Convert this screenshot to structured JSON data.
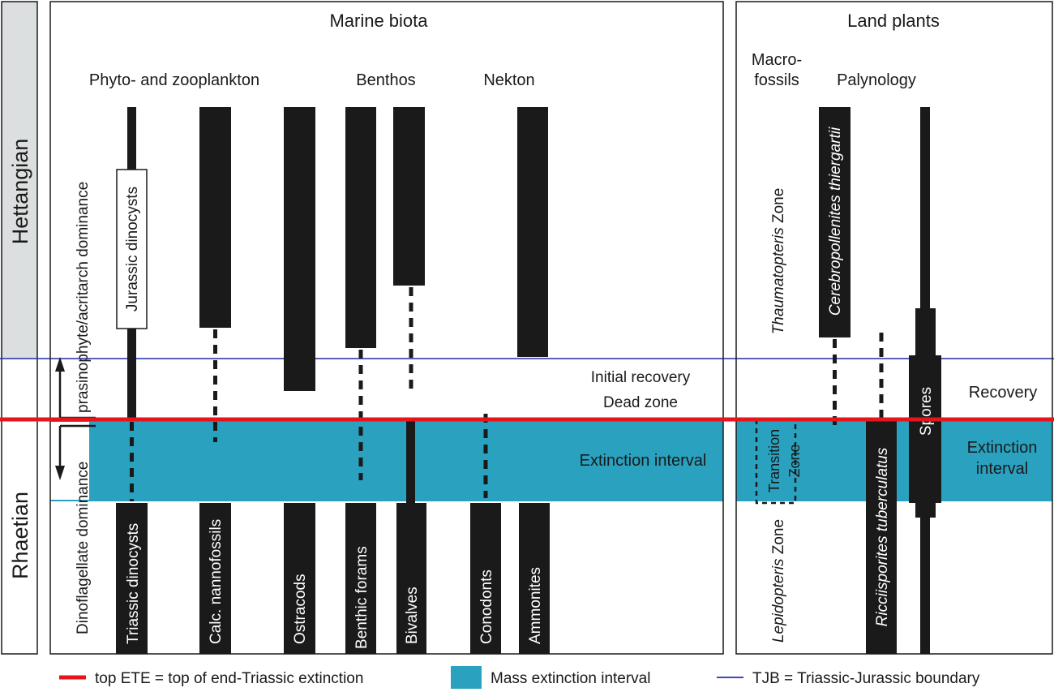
{
  "panels": {
    "marine": {
      "title": "Marine biota"
    },
    "land": {
      "title": "Land plants"
    }
  },
  "stages": {
    "upper": "Hettangian",
    "lower": "Rhaetian"
  },
  "groups": {
    "plankton": "Phyto- and zooplankton",
    "benthos": "Benthos",
    "nekton": "Nekton",
    "macrofossils_line1": "Macro-",
    "macrofossils_line2": "fossils",
    "palynology": "Palynology"
  },
  "dominance": {
    "upper": "prasinophyte/acritarch dominance",
    "lower": "Dinoflagellate dominance"
  },
  "intervals": {
    "initial_recovery": "Initial recovery",
    "dead_zone": "Dead zone",
    "extinction_marine": "Extinction interval",
    "recovery_land": "Recovery",
    "extinction_land_line1": "Extinction",
    "extinction_land_line2": "interval"
  },
  "taxa": {
    "jurassic_dinocysts": "Jurassic dinocysts",
    "triassic_dinocysts": "Triassic dinocysts",
    "calc_nannofossils": "Calc. nannofossils",
    "ostracods": "Ostracods",
    "benthic_forams": "Benthic forams",
    "bivalves": "Bivalves",
    "conodonts": "Conodonts",
    "ammonites": "Ammonites",
    "spores": "Spores"
  },
  "zones": {
    "thaumatopteris": {
      "italic": "Thaumatopteris",
      "suffix": " Zone"
    },
    "transition_line1": "Transition",
    "transition_line2": "Zone",
    "lepidopteris": {
      "italic": "Lepidopteris",
      "suffix": " Zone"
    },
    "cerebropollenites": "Cerebropollenites thiergartii",
    "ricciisporites": "Ricciisporites tuberculatus"
  },
  "legend": {
    "top_ete": "top ETE = top of end-Triassic extinction",
    "mass_extinction": "Mass extinction interval",
    "tjb": "TJB = Triassic-Jurassic boundary"
  },
  "colors": {
    "extinction_fill": "#2aa1bf",
    "ete_line": "#e8141c",
    "tjb_line": "#1f2fa8",
    "stage_fill": "#dcdfdf",
    "bar": "#1a1a1a"
  }
}
